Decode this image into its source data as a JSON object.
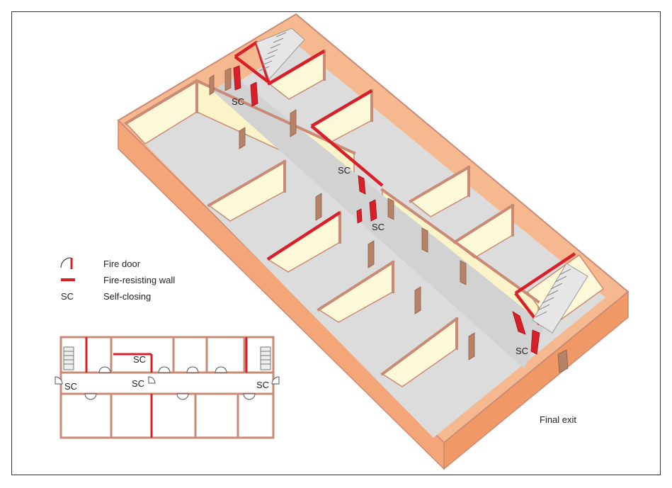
{
  "legend": {
    "fire_door": "Fire door",
    "fire_wall": "Fire-resisting wall",
    "sc_symbol": "SC",
    "sc_text": "Self-closing"
  },
  "labels": {
    "sc": "SC",
    "final_exit": "Final exit"
  },
  "colors": {
    "fire_red": "#d9202a",
    "floor": "#dcdcdc",
    "wall_inner": "#fdf8d8",
    "wall_top": "#c98a76",
    "slab": "#f6b98f",
    "door": "#b88268"
  }
}
